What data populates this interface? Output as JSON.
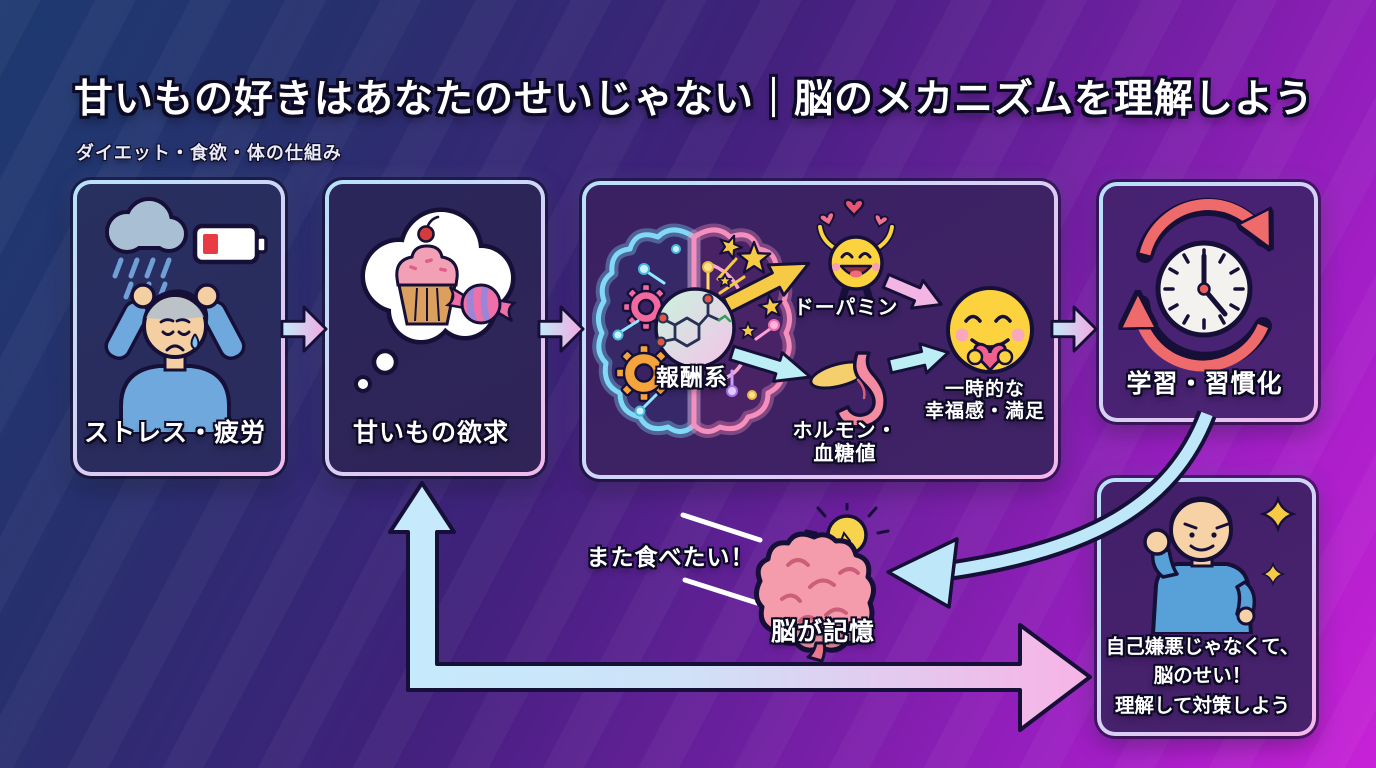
{
  "title": "甘いもの好きはあなたのせいじゃない｜脳のメカニズムを理解しよう",
  "subtitle": "ダイエット・食欲・体の仕組み",
  "steps": {
    "stress": {
      "label": "ストレス・疲労"
    },
    "craving": {
      "label": "甘いもの欲求"
    },
    "brain": {
      "reward": "報酬系",
      "dopamine": "ドーパミン",
      "hormone_line1": "ホルモン・",
      "hormone_line2": "血糖値",
      "satisfaction_line1": "一時的な",
      "satisfaction_line2": "幸福感・満足"
    },
    "habit": {
      "label": "学習・習慣化"
    },
    "memory": {
      "label": "脳が記憶",
      "craving_again": "また食べたい！"
    },
    "conclusion": {
      "line1": "自己嫌悪じゃなくて、",
      "line2": "脳のせい！",
      "line3": "理解して対策しよう"
    }
  },
  "colors": {
    "bg_top_left": "#1d3a70",
    "bg_bottom_right": "#c821d7",
    "box_border_blue": "#b6e3f9",
    "box_border_pink": "#f4b7ea",
    "arrow_blue": "#c3e9fb",
    "arrow_pink": "#f2a9e0",
    "accent_yellow": "#f7ca45",
    "accent_red": "#ef6a6a",
    "outline_dark": "#161038"
  }
}
